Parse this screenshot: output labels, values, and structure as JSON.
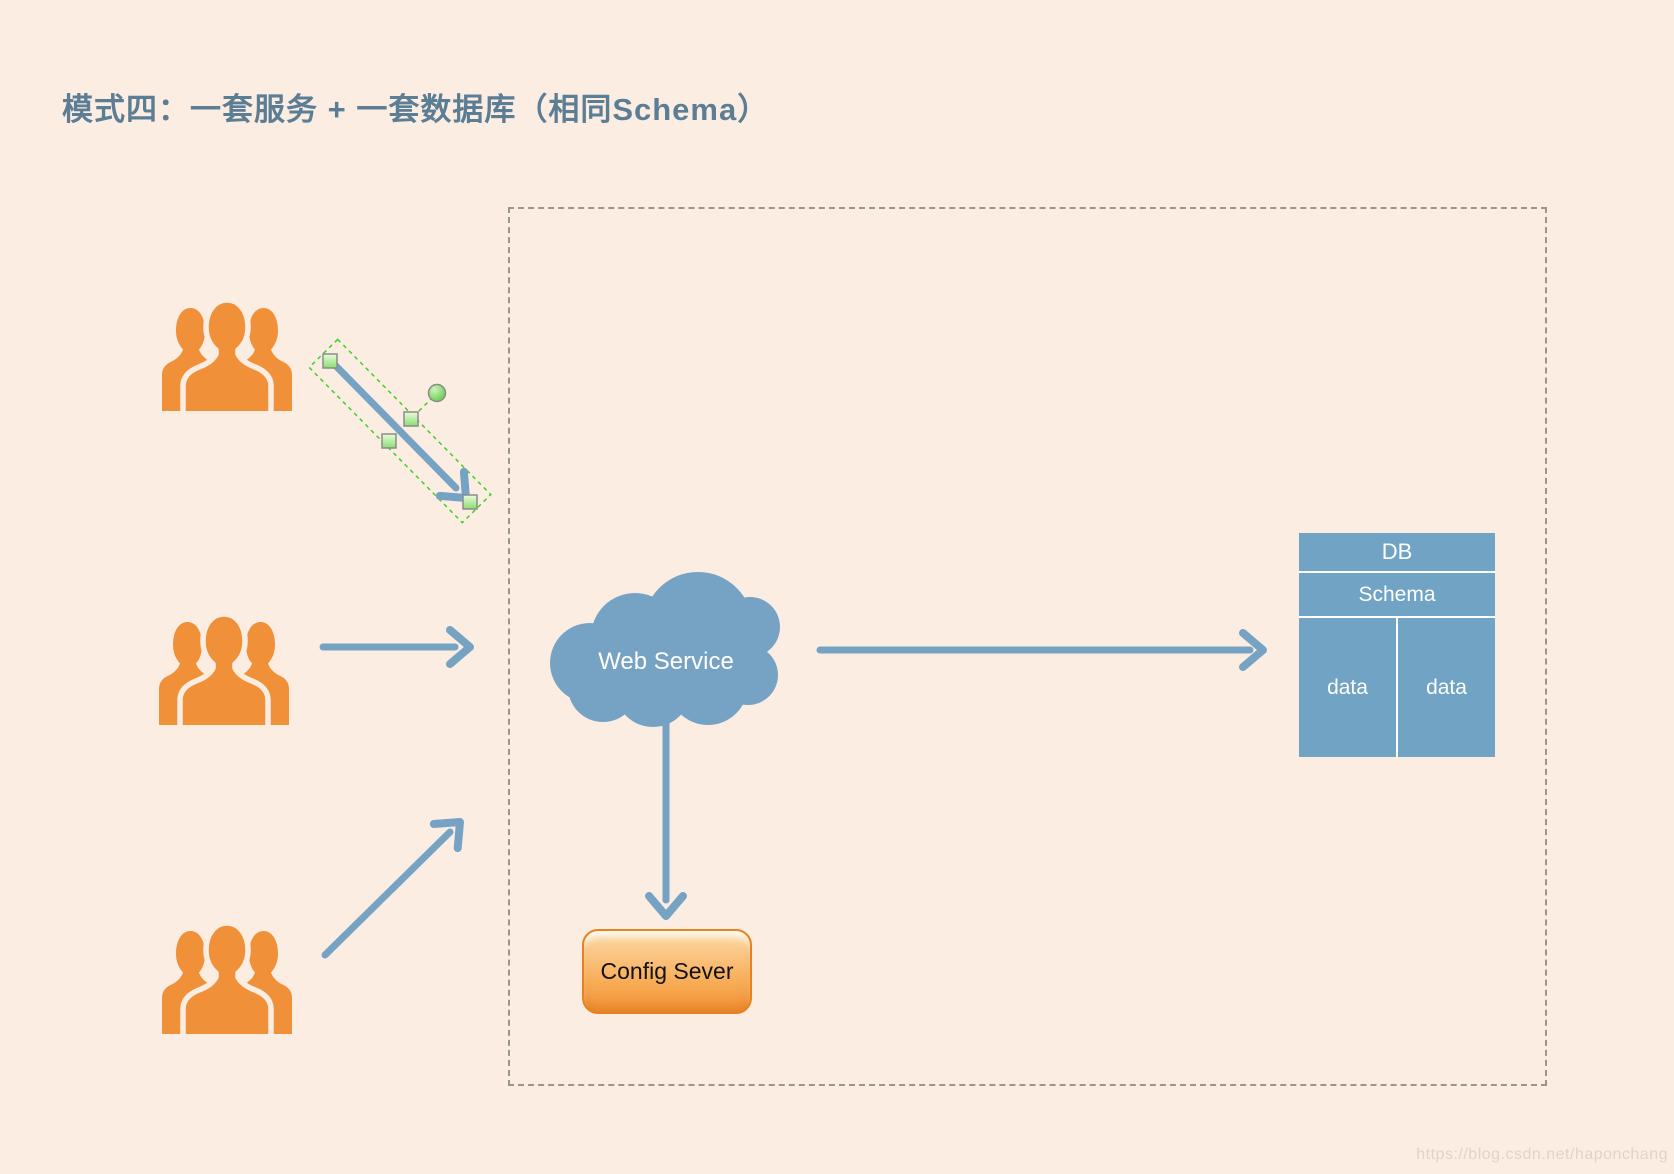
{
  "title": "模式四：一套服务 + 一套数据库（相同Schema）",
  "watermark": "https://blog.csdn.net/haponchang",
  "cloud": {
    "label": "Web Service",
    "icon": "cloud-icon"
  },
  "config_server": {
    "label": "Config Sever"
  },
  "db": {
    "header": "DB",
    "schema": "Schema",
    "data_cells": [
      "data",
      "data"
    ]
  },
  "user_groups": [
    {
      "id": "user-group-top",
      "icon": "users-group-icon"
    },
    {
      "id": "user-group-middle",
      "icon": "users-group-icon"
    },
    {
      "id": "user-group-bottom",
      "icon": "users-group-icon"
    }
  ],
  "colors": {
    "background": "#fcede3",
    "title_text": "#5b7e95",
    "diagram_blue": "#76a3c3",
    "table_blue": "#70a3c4",
    "user_orange": "#f0913a",
    "selection_green": "#3fd024",
    "handle_border": "#8b8b8b",
    "button_border": "#e9821e",
    "button_text": "#111111",
    "boundary_gray": "#9b958f",
    "watermark_gray": "#ded4ca"
  }
}
